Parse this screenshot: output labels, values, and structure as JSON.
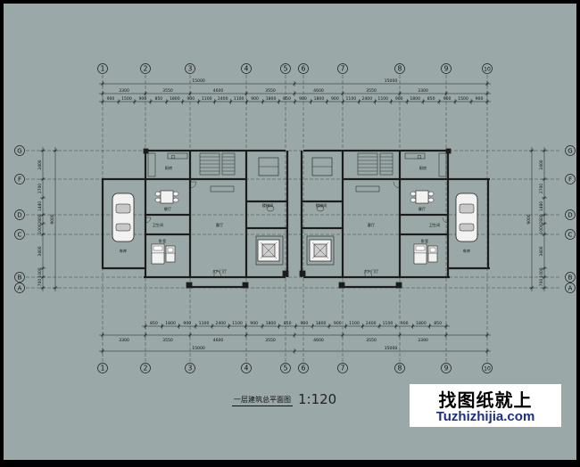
{
  "colors": {
    "background": "#9aa9a7",
    "lines": "#1c1c1c",
    "logo_text_blue": "#1a2f86"
  },
  "grid_columns": [
    "1",
    "2",
    "3",
    "4",
    "5",
    "6",
    "7",
    "8",
    "9",
    "10"
  ],
  "grid_rows": [
    "G",
    "F",
    "D",
    "C",
    "B",
    "A"
  ],
  "dims_top": {
    "overall": [
      "15000",
      "15000"
    ],
    "tier1": [
      "3300",
      "3550",
      "4600",
      "3550",
      "4600",
      "3550",
      "3300"
    ],
    "tier2": [
      "900",
      "1500",
      "900",
      "850",
      "1800",
      "900",
      "1100",
      "2400",
      "1100",
      "900",
      "1800",
      "850",
      "900",
      "1800",
      "900",
      "1100",
      "2400",
      "1100",
      "900",
      "1800",
      "850",
      "900",
      "1500",
      "900"
    ]
  },
  "dims_bottom": {
    "tier2": [
      "850",
      "1800",
      "900",
      "1100",
      "2400",
      "1100",
      "900",
      "1800",
      "850",
      "900",
      "1800",
      "900",
      "1100",
      "2400",
      "1100",
      "900",
      "1800",
      "850"
    ],
    "tier1": [
      "3300",
      "3550",
      "4600",
      "3550",
      "4600",
      "3550",
      "3390"
    ],
    "overall": [
      "15000",
      "15000"
    ]
  },
  "dims_left": [
    "2400",
    "2700",
    "1440",
    "2800",
    "1000",
    "3400",
    "1000",
    "700"
  ],
  "dims_left_total": "9000",
  "dims_right": [
    "2400",
    "2700",
    "1480",
    "2800",
    "1000",
    "3400",
    "1000",
    "700"
  ],
  "dims_right_total": "9000",
  "rooms": {
    "kitchen": "厨房",
    "dining": "餐厅",
    "garage": "车库",
    "stair_hall": "楼梯间",
    "bathroom": "卫生间",
    "living": "客厅",
    "entrance": "入户门厅",
    "bedroom": "卧室"
  },
  "title": {
    "text": "一层建筑总平面图",
    "scale": "1:120"
  },
  "logo": {
    "cn": "找图纸就上",
    "en": "Tuzhizhijia.com"
  }
}
